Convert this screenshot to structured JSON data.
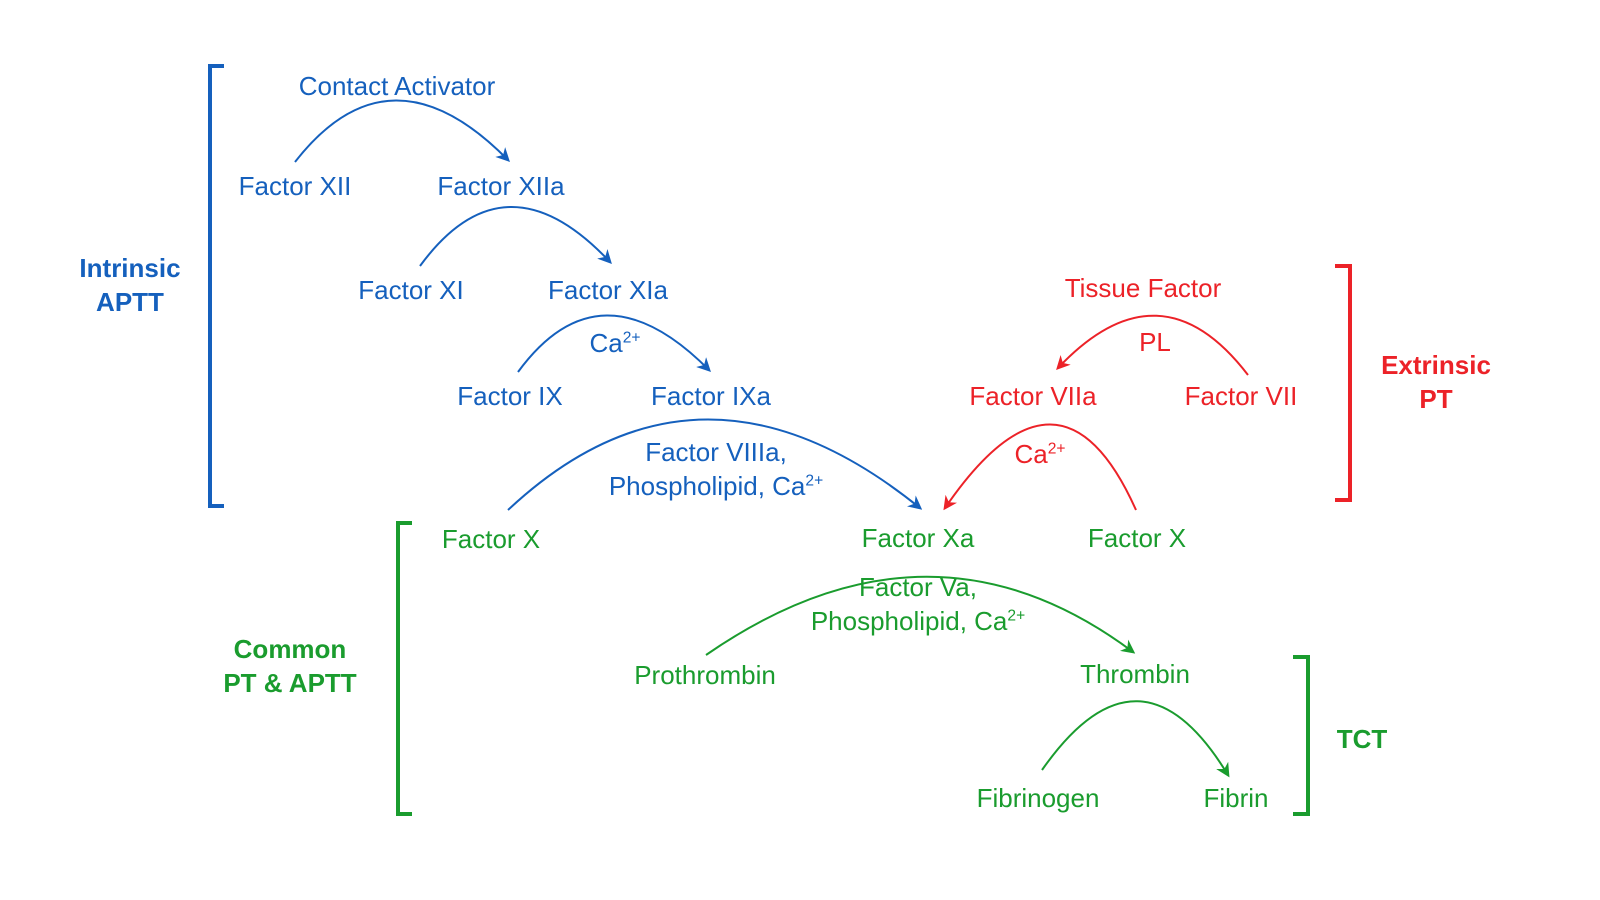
{
  "colors": {
    "intrinsic": "#1560bd",
    "extrinsic": "#ec2228",
    "common": "#1a9c2e"
  },
  "groups": {
    "intrinsic": {
      "line1": "Intrinsic",
      "line2": "APTT"
    },
    "extrinsic": {
      "line1": "Extrinsic",
      "line2": "PT"
    },
    "common": {
      "line1": "Common",
      "line2": "PT & APTT"
    },
    "tct": {
      "line1": "TCT"
    }
  },
  "nodes": {
    "contact_activator": "Contact Activator",
    "f12": "Factor XII",
    "f12a": "Factor XIIa",
    "f11": "Factor XI",
    "f11a": "Factor XIa",
    "ca_1": "Ca",
    "f9": "Factor IX",
    "f9a": "Factor IXa",
    "f8a_line1": "Factor VIIIa,",
    "f8a_line2": "Phospholipid, Ca",
    "tissue_factor": "Tissue Factor",
    "pl": "PL",
    "f7a": "Factor VIIa",
    "f7": "Factor VII",
    "ca_2": "Ca",
    "f10_left": "Factor X",
    "f10a": "Factor Xa",
    "f10_right": "Factor X",
    "f5a_line1": "Factor Va,",
    "f5a_line2": "Phospholipid, Ca",
    "prothrombin": "Prothrombin",
    "thrombin": "Thrombin",
    "fibrinogen": "Fibrinogen",
    "fibrin": "Fibrin",
    "ca_sup": "2+"
  }
}
